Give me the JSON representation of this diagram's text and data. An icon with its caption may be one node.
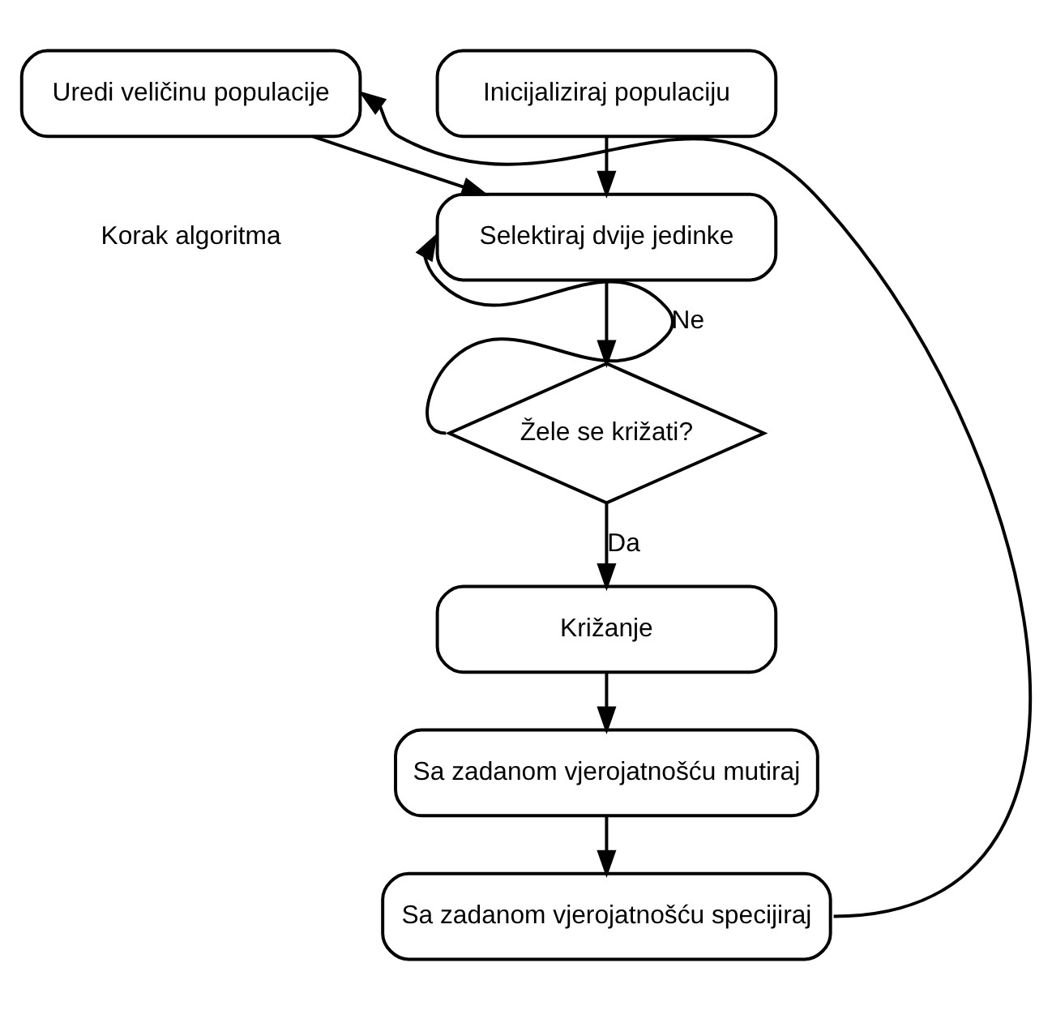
{
  "diagram": {
    "nodes": [
      {
        "text": [
          "Uredi veličinu populacije"
        ]
      },
      {
        "text": [
          "Inicijaliziraj populaciju"
        ]
      },
      {
        "text": [
          "Selektiraj dvije jedinke"
        ]
      },
      {
        "text": [
          "Žele se križati?"
        ]
      },
      {
        "text": [
          "Križanje"
        ]
      },
      {
        "text": [
          "Sa zadanom vjerojatnošću mutiraj"
        ]
      },
      {
        "text": [
          "Sa zadanom vjerojatnošću specijiraj"
        ]
      }
    ],
    "edges": [
      {
        "from": 0,
        "to": 2,
        "arrow": "to"
      },
      {
        "from": 1,
        "to": 2,
        "arrow": "to"
      },
      {
        "from": 2,
        "to": 3,
        "arrow": "to"
      },
      {
        "from": 3,
        "to": 2,
        "arrow": "to",
        "label": "Ne"
      },
      {
        "from": 3,
        "to": 4,
        "arrow": "to",
        "label": "Da"
      },
      {
        "from": 4,
        "to": 5,
        "arrow": "to"
      },
      {
        "from": 5,
        "to": 6,
        "arrow": "to"
      },
      {
        "from": 6,
        "to": 0,
        "arrow": "to"
      }
    ],
    "labels": [
      "Korak algoritma"
    ]
  }
}
